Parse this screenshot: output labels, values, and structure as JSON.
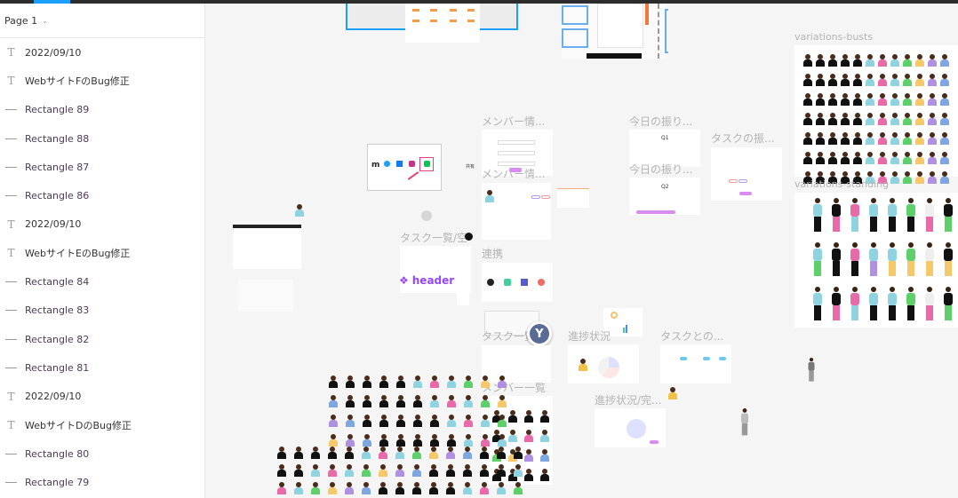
{
  "app": {
    "accent_color": "#18a0fb",
    "component_color": "#9747ff"
  },
  "sidebar": {
    "page_selector": {
      "label": "Page 1",
      "chevron": "chevron-down-icon"
    },
    "layers": [
      {
        "type": "text",
        "icon": "text-icon",
        "label": "2022/09/10"
      },
      {
        "type": "text",
        "icon": "text-icon",
        "label": "WebサイトFのBug修正"
      },
      {
        "type": "rect",
        "icon": "rectangle-icon",
        "label": "Rectangle 89"
      },
      {
        "type": "rect",
        "icon": "rectangle-icon",
        "label": "Rectangle 88"
      },
      {
        "type": "rect",
        "icon": "rectangle-icon",
        "label": "Rectangle 87"
      },
      {
        "type": "rect",
        "icon": "rectangle-icon",
        "label": "Rectangle 86"
      },
      {
        "type": "text",
        "icon": "text-icon",
        "label": "2022/09/10"
      },
      {
        "type": "text",
        "icon": "text-icon",
        "label": "WebサイトEのBug修正"
      },
      {
        "type": "rect",
        "icon": "rectangle-icon",
        "label": "Rectangle 84"
      },
      {
        "type": "rect",
        "icon": "rectangle-icon",
        "label": "Rectangle 83"
      },
      {
        "type": "rect",
        "icon": "rectangle-icon",
        "label": "Rectangle 82"
      },
      {
        "type": "rect",
        "icon": "rectangle-icon",
        "label": "Rectangle 81"
      },
      {
        "type": "text",
        "icon": "text-icon",
        "label": "2022/09/10"
      },
      {
        "type": "text",
        "icon": "text-icon",
        "label": "WebサイトDのBug修正"
      },
      {
        "type": "rect",
        "icon": "rectangle-icon",
        "label": "Rectangle 80"
      },
      {
        "type": "rect",
        "icon": "rectangle-icon",
        "label": "Rectangle 79"
      }
    ]
  },
  "canvas": {
    "frames": {
      "member_info_1": "メンバー情...",
      "member_info_2": "メンバー情...",
      "today_review_1": "今日の振り...",
      "today_review_2": "今日の振り...",
      "task_review": "タスクの振...",
      "task_list_empty": "タスク一覧/空",
      "integration": "連携",
      "task_list": "タスク一覧",
      "progress": "進捗状況",
      "task_relation": "タスクとの...",
      "member_list": "メンバー一覧",
      "progress_complete": "進捗状況/完...",
      "variations_busts": "variations-busts",
      "variations_standing": "variations-standing"
    },
    "component_label": "header",
    "collaborator_avatar": "Y",
    "mini_text": {
      "q1": "Q1",
      "q2": "Q2",
      "share_label": "共有"
    }
  }
}
